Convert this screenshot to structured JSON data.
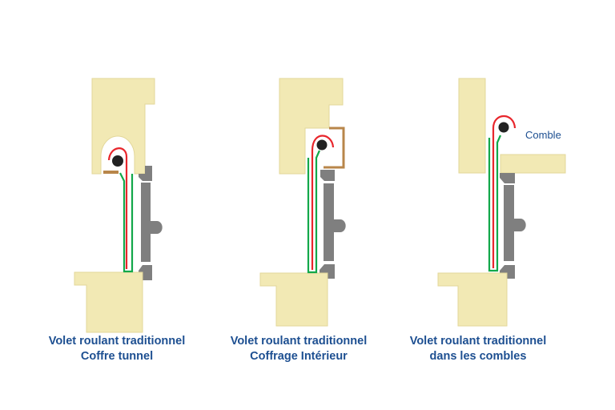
{
  "colors": {
    "wall": "#f2e9b4",
    "wall_stroke": "#e3d79a",
    "frame": "#7f7f7f",
    "roll": "#222222",
    "strap_red": "#e8262c",
    "strap_green": "#13a84a",
    "box": "#b8864a",
    "text": "#1d4f91"
  },
  "diagrams": [
    {
      "title": "Volet roulant traditionnel",
      "subtitle": "Coffre tunnel",
      "icon": "shutter-tunnel-box"
    },
    {
      "title": "Volet roulant traditionnel",
      "subtitle": "Coffrage Intérieur",
      "icon": "shutter-interior-box"
    },
    {
      "title": "Volet roulant traditionnel",
      "subtitle": "dans les combles",
      "icon": "shutter-attic",
      "annotation": "Comble"
    }
  ]
}
